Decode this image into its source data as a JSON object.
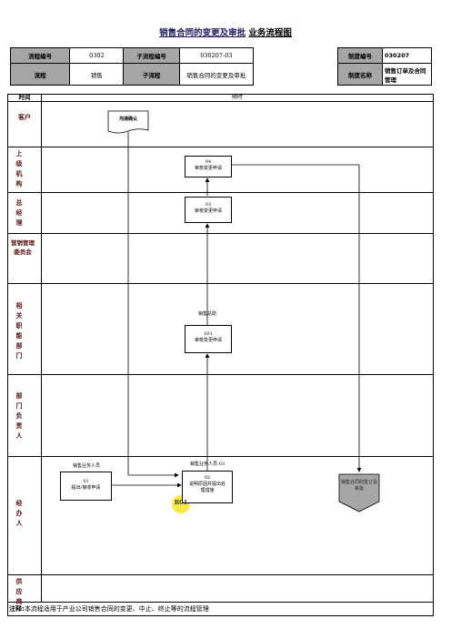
{
  "title": {
    "main": "销售合同的变更及审批",
    "suffix": "业务流程图"
  },
  "header": {
    "process_no_label": "流程编号",
    "process_no_value": "0302",
    "sub_process_no_label": "子流程编号",
    "sub_process_no_value": "030207-03",
    "process_label": "流程",
    "process_value": "销售",
    "sub_process_label": "子流程",
    "sub_process_value": "销售合同的变更及审批",
    "system_no_label": "制度编号",
    "system_no_value": "030207",
    "system_name_label": "制度名称",
    "system_name_value": "销售订单及合同管理"
  },
  "grid": {
    "time_label": "时间",
    "time_value": "随时"
  },
  "lanes": [
    "客户",
    "上级机构",
    "总经理",
    "营销管理委员会",
    "相关职能部门",
    "部门负责人",
    "经办人",
    "供应商"
  ],
  "nodes": {
    "customer_doc": "沟通确认",
    "upper_org_id": "04",
    "upper_org_text": "审核变更申请",
    "gm_id": "03",
    "gm_text": "审核变更申请",
    "dept_caption": "销售总助",
    "dept_id": "S01",
    "dept_text": "审核变更申请",
    "h1_caption": "销售业务人员",
    "h1_id": "01",
    "h1_text": "提出/接收申请",
    "h2_caption": "销售业务人员-03",
    "h2_id": "02",
    "h2_text": "说明原因并提出处理措施",
    "r01": "R01",
    "ref_text": "销售合同的签订及审批"
  },
  "note": {
    "label": "注释:",
    "text": "本流程适用于产业公司销售合同的变更、中止、终止等的流程管理"
  }
}
